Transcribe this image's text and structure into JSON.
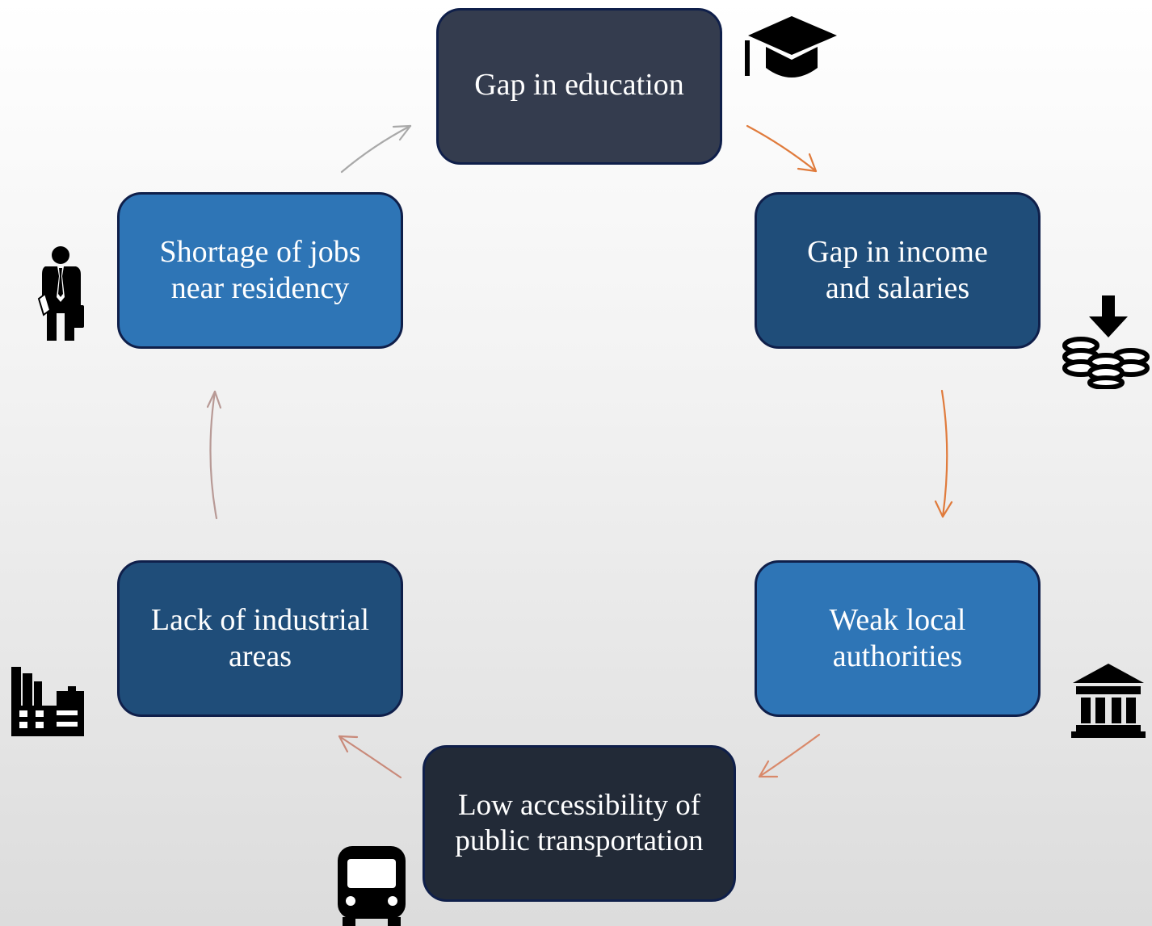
{
  "nodes": {
    "education": {
      "text": "Gap in education",
      "color": "#343c4e"
    },
    "income": {
      "text": "Gap in income and salaries",
      "color": "#1f4d79"
    },
    "authorities": {
      "text": "Weak local authorities",
      "color": "#2e75b6"
    },
    "transportation": {
      "text": "Low accessibility of public transportation",
      "color": "#222a37"
    },
    "industrial": {
      "text": "Lack of industrial areas",
      "color": "#1f4d79"
    },
    "jobs": {
      "text": "Shortage of jobs near residency",
      "color": "#2e75b6"
    }
  },
  "icons": {
    "education": "graduation-cap-icon",
    "income": "coins-down-arrow-icon",
    "authorities": "government-building-icon",
    "transportation": "bus-icon",
    "industrial": "factory-icon",
    "jobs": "businessman-icon"
  },
  "arrow_colors": {
    "education_to_income": "#e07b3c",
    "income_to_authorities": "#e07b3c",
    "authorities_to_transportation": "#d9896a",
    "transportation_to_industrial": "#c98a7a",
    "industrial_to_jobs": "#b89a96",
    "jobs_to_education": "#a9a9a9"
  }
}
